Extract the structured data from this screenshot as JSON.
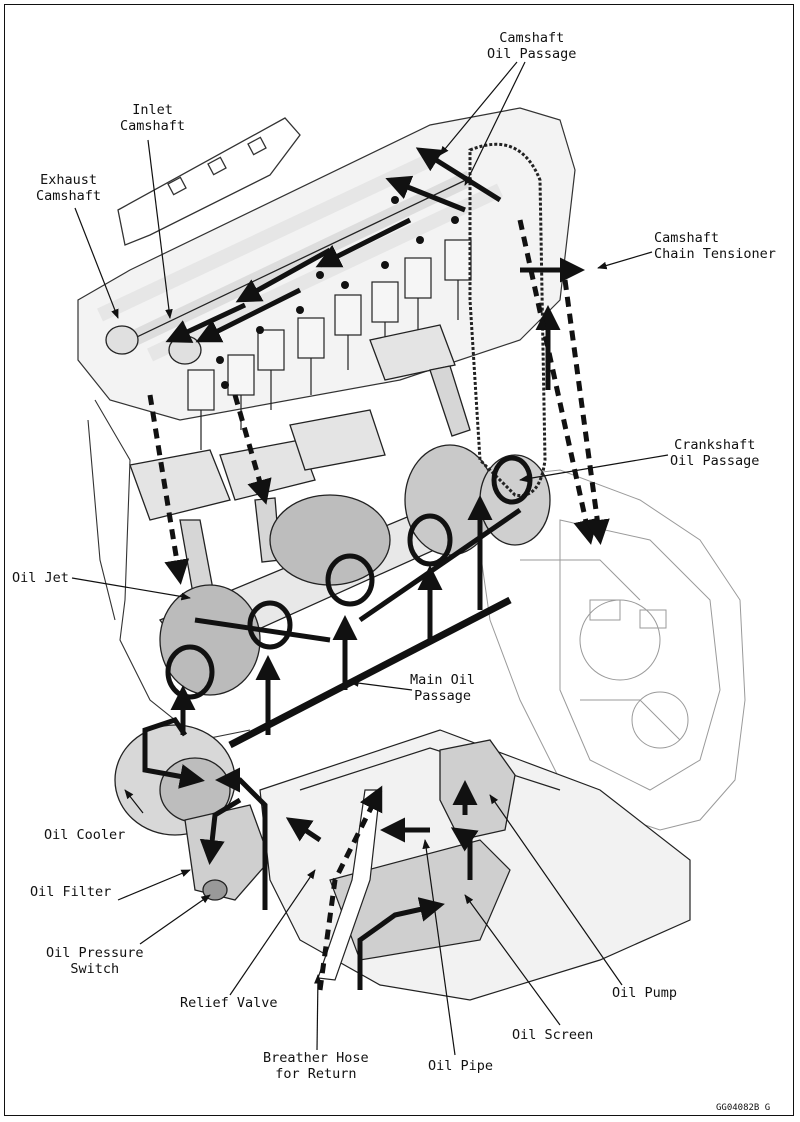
{
  "labels": {
    "camshaft_oil_passage": "Camshaft\nOil Passage",
    "inlet_camshaft": "Inlet\nCamshaft",
    "exhaust_camshaft": "Exhaust\nCamshaft",
    "camshaft_chain_tensioner": "Camshaft\nChain Tensioner",
    "crankshaft_oil_passage": "Crankshaft\nOil Passage",
    "oil_jet": "Oil Jet",
    "main_oil_passage": "Main Oil\nPassage",
    "oil_cooler": "Oil Cooler",
    "oil_filter": "Oil Filter",
    "oil_pressure_switch": "Oil Pressure\nSwitch",
    "relief_valve": "Relief Valve",
    "breather_hose": "Breather Hose\nfor Return",
    "oil_pipe": "Oil Pipe",
    "oil_screen": "Oil Screen",
    "oil_pump": "Oil Pump"
  },
  "figure_code": "GG04082B  G"
}
